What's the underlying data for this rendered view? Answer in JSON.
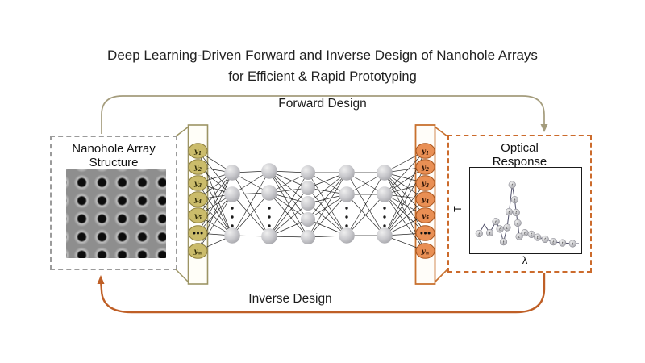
{
  "title": {
    "line1": "Deep Learning-Driven Forward and Inverse Design of Nanohole Arrays",
    "line2": "for Efficient & Rapid Prototyping"
  },
  "labels": {
    "forward": "Forward Design",
    "inverse": "Inverse Design"
  },
  "structure_box": {
    "title_line1": "Nanohole Array",
    "title_line2": "Structure"
  },
  "response_box": {
    "title_line1": "Optical",
    "title_line2": "Response"
  },
  "network": {
    "input_layer_label_values": [
      "y1",
      "y2",
      "y3",
      "y4",
      "y5",
      "...",
      "y∞"
    ],
    "output_layer_label_values": [
      "y1",
      "y2",
      "y3",
      "y4",
      "y5",
      "...",
      "y∞"
    ],
    "hidden_layer_node_counts": [
      3,
      3,
      5,
      3,
      3
    ],
    "hidden_layers_have_ellipsis": [
      true,
      true,
      false,
      true,
      true
    ]
  },
  "chart_data": {
    "type": "line",
    "title": "Optical Response",
    "xlabel": "λ",
    "ylabel": "T",
    "tick_labels": "none (schematic transmission spectrum)",
    "marker_label": "t",
    "points_normalized": [
      [
        0.05,
        0.21
      ],
      [
        0.1,
        0.33
      ],
      [
        0.155,
        0.22
      ],
      [
        0.215,
        0.37
      ],
      [
        0.255,
        0.27
      ],
      [
        0.29,
        0.1
      ],
      [
        0.325,
        0.29
      ],
      [
        0.345,
        0.5
      ],
      [
        0.375,
        0.86
      ],
      [
        0.4,
        0.66
      ],
      [
        0.415,
        0.49
      ],
      [
        0.43,
        0.35
      ],
      [
        0.445,
        0.17
      ],
      [
        0.5,
        0.22
      ],
      [
        0.565,
        0.2
      ],
      [
        0.625,
        0.16
      ],
      [
        0.7,
        0.135
      ],
      [
        0.78,
        0.1
      ],
      [
        0.87,
        0.085
      ],
      [
        0.97,
        0.075
      ]
    ],
    "unmarked_point_indices": [
      1
    ]
  },
  "colors": {
    "forward_arrow": "#a49c7c",
    "inverse_arrow": "#bf5f26",
    "input_accent": "#9c9464",
    "input_node_fill": "#cbbc6b",
    "input_node_stroke": "#8d7f3c",
    "output_accent": "#c8712f",
    "output_node_fill": "#e98f54",
    "output_node_stroke": "#aa561f",
    "left_box_border": "#9b9b9b",
    "right_box_border": "#cc6b2c",
    "connection_line": "#151515",
    "plot_line": "#50506a",
    "marker_fill_edge": "#7b7b85",
    "sem_background": "#8e8e8e"
  }
}
